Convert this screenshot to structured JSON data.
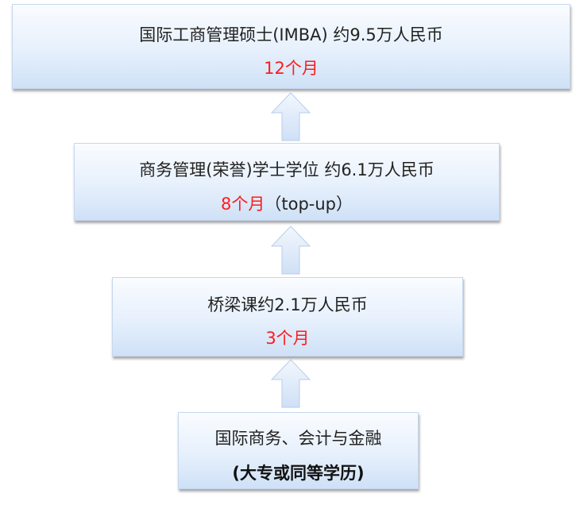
{
  "levels": {
    "imba": {
      "title": "国际工商管理硕士(IMBA) 约9.5万人民币",
      "duration": "12个月"
    },
    "degree": {
      "title": "商务管理(荣誉)学士学位 约6.1万人民币",
      "duration": "8个月",
      "note": "（top-up）"
    },
    "bridge": {
      "title": "桥梁课约2.1万人民币",
      "duration": "3个月"
    },
    "entry": {
      "title": "国际商务、会计与金融",
      "requirement": "(大专或同等学历)"
    }
  },
  "colors": {
    "duration_text": "#ff1b1b",
    "box_fill_top": "#fafcff",
    "box_fill_bottom": "#cfe1f7",
    "arrow_fill": "#dbe8f8",
    "arrow_stroke": "#b9cde9"
  },
  "icons": {
    "arrow": "arrow-up-icon"
  }
}
